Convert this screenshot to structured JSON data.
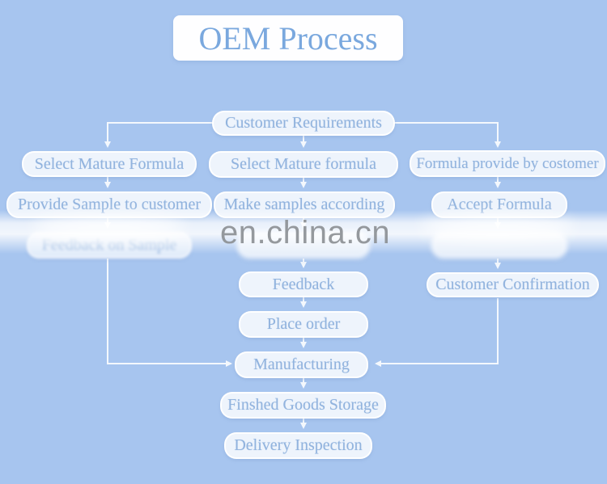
{
  "title": {
    "text": "OEM Process"
  },
  "watermark": {
    "text": "en.china.cn"
  },
  "colors": {
    "background": "#a7c5ef",
    "node_fill": "#eef4fc",
    "node_text": "#91b3de",
    "title_text": "#7aa8de",
    "connector": "#f4f8fd",
    "watermark_text": "#8b8f93"
  },
  "flowchart": {
    "nodes": {
      "customer_requirements": {
        "label": "Customer Requirements"
      },
      "select_mature_formula_left": {
        "label": "Select Mature Formula"
      },
      "select_mature_formula_mid": {
        "label": "Select Mature formula"
      },
      "formula_provide_by_costomer": {
        "label": "Formula provide by costomer"
      },
      "provide_sample_to_customer": {
        "label": "Provide Sample to customer"
      },
      "make_samples_according": {
        "label": "Make samples according"
      },
      "accept_formula": {
        "label": "Accept Formula"
      },
      "feedback_on_sample": {
        "label": "Feedback on Sample"
      },
      "blurred_mid": {
        "label": ""
      },
      "blurred_right": {
        "label": ""
      },
      "feedback": {
        "label": "Feedback"
      },
      "customer_confirmation": {
        "label": "Customer Confirmation"
      },
      "place_order": {
        "label": "Place order"
      },
      "manufacturing": {
        "label": "Manufacturing"
      },
      "finshed_goods_storage": {
        "label": "Finshed Goods Storage"
      },
      "delivery_inspection": {
        "label": "Delivery Inspection"
      }
    }
  }
}
